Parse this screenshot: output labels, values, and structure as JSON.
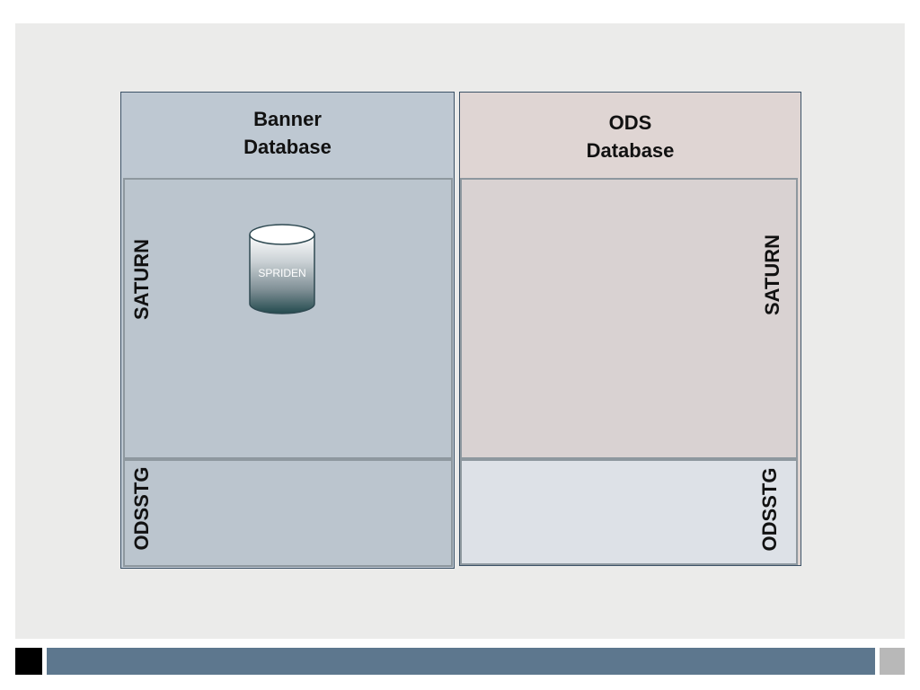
{
  "banner_db": {
    "title_line1": "Banner",
    "title_line2": "Database",
    "color": "#bec8d2",
    "schemas": {
      "saturn": "SATURN",
      "odsstg": "ODSSTG"
    },
    "table": {
      "name": "SPRIDEN",
      "icon": "database-cylinder-icon"
    }
  },
  "ods_db": {
    "title_line1": "ODS",
    "title_line2": "Database",
    "color": "#dfd5d3",
    "schemas": {
      "saturn": "SATURN",
      "odsstg": "ODSSTG"
    }
  },
  "footer": {
    "accent_colors": [
      "#000000",
      "#5d778e",
      "#b8b8b8"
    ]
  }
}
